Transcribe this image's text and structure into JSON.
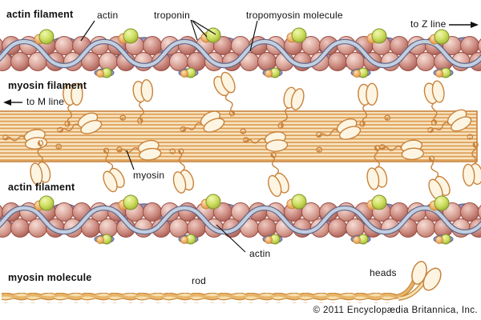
{
  "figure": {
    "labels": {
      "actin_filament_top": "actin filament",
      "actin_top": "actin",
      "troponin": "troponin",
      "tropomyosin": "tropomyosin molecule",
      "to_z_line": "to Z line",
      "myosin_filament": "myosin filament",
      "to_m_line": "to M line",
      "myosin": "myosin",
      "actin_filament_bottom": "actin filament",
      "actin_bottom": "actin",
      "myosin_molecule": "myosin molecule",
      "rod": "rod",
      "heads": "heads"
    },
    "copyright": "© 2011 Encyclopædia Britannica, Inc."
  },
  "colors": {
    "background": "#ffffff",
    "ink": "#111111",
    "actin-body": "#dca79c",
    "actin-outline": "#9c4f45",
    "troponin-green": "#cadd5c",
    "troponin-outline": "#7f9328",
    "orange-subunit": "#f2b46c",
    "orange-outline": "#cd8a3f",
    "tropomyosin-front": "#c3cfdf",
    "tropomyosin-back": "#8e95cc",
    "ribbon-outline": "#5c6488",
    "band-light": "#f7e4c2",
    "band-stripe": "#dc9b50",
    "band-outline": "#c8823c",
    "head-cream": "#fdf5e2",
    "rod-gold": "#e8b569",
    "rod-pale": "#f6dfae",
    "rod-outline": "#c8883a"
  }
}
